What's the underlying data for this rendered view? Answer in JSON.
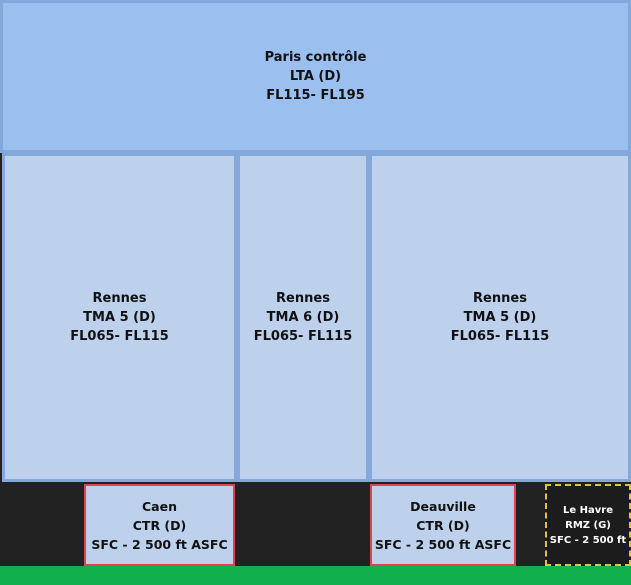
{
  "zones": {
    "lta": {
      "name": "Paris contrôle",
      "class": "LTA (D)",
      "levels": "FL115- FL195"
    },
    "tma_left": {
      "name": "Rennes",
      "class": "TMA 5 (D)",
      "levels": "FL065- FL115"
    },
    "tma_mid": {
      "name": "Rennes",
      "class": "TMA 6 (D)",
      "levels": "FL065- FL115"
    },
    "tma_right": {
      "name": "Rennes",
      "class": "TMA 5 (D)",
      "levels": "FL065- FL115"
    },
    "ctr_caen": {
      "name": "Caen",
      "class": "CTR (D)",
      "levels": "SFC - 2 500 ft ASFC"
    },
    "ctr_deauville": {
      "name": "Deauville",
      "class": "CTR (D)",
      "levels": "SFC - 2 500 ft ASFC"
    },
    "rmz_lehavre": {
      "name": "Le Havre",
      "class": "RMZ (G)",
      "levels": "SFC - 2 500 ft"
    }
  },
  "colors": {
    "lta_fill": "#9bbfee",
    "tma_fill": "#bdd0ec",
    "ctr_border": "#e0434c",
    "rmz_border": "#e5c23e",
    "ground": "#12b04d",
    "background": "#222222"
  }
}
